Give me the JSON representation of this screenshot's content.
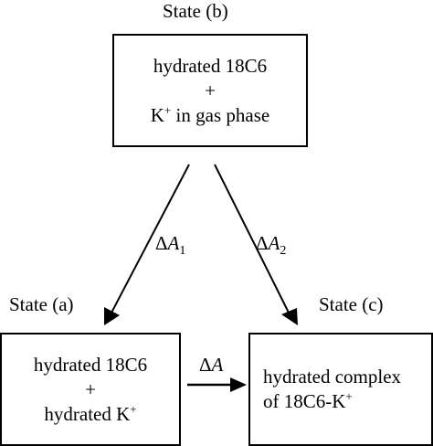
{
  "state_b": {
    "title": "State (b)",
    "line1": "hydrated 18C6",
    "line2": "+",
    "line3_pre": "K",
    "line3_sup": "+",
    "line3_post": " in gas phase"
  },
  "state_a": {
    "title": "State (a)",
    "line1": "hydrated 18C6",
    "line2": "+",
    "line3_pre": "hydrated K",
    "line3_sup": "+"
  },
  "state_c": {
    "title": "State (c)",
    "line1": "hydrated complex",
    "line2_pre": "of 18C6-K",
    "line2_sup": "+"
  },
  "transitions": {
    "delta_symbol": "Δ",
    "var": "A",
    "a1_sub": "1",
    "a2_sub": "2"
  }
}
